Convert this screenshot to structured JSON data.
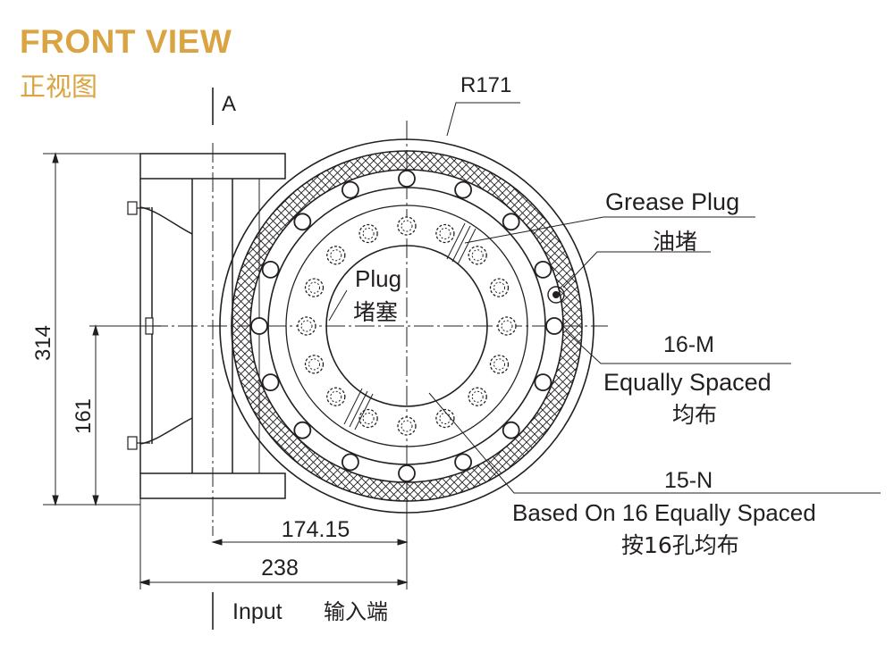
{
  "header": {
    "title": "FRONT VIEW",
    "subtitle": "正视图"
  },
  "colors": {
    "accent": "#d9a441",
    "line": "#231f20"
  },
  "labels": {
    "section": "A",
    "radius": "R171",
    "grease_en": "Grease Plug",
    "grease_cn": "油堵",
    "plug_en": "Plug",
    "plug_cn": "堵塞",
    "holes_m": "16-M",
    "equal_en": "Equally Spaced",
    "equal_cn": "均布",
    "holes_n": "15-N",
    "based_en": "Based On 16 Equally Spaced",
    "based_cn": "按16孔均布",
    "dim_314": "314",
    "dim_161": "161",
    "dim_17415": "174.15",
    "dim_238": "238",
    "input_en": "Input",
    "input_cn": "输入端"
  }
}
